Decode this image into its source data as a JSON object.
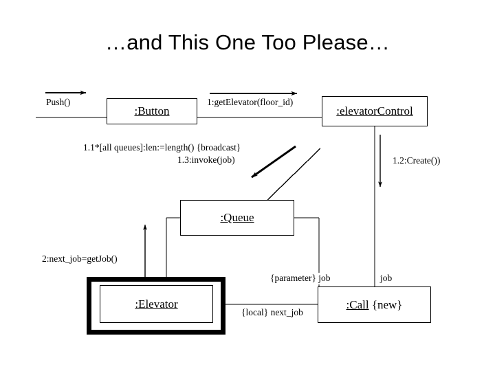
{
  "slide": {
    "title": "…and This One Too Please…",
    "background": "#ffffff",
    "ink": "#000000"
  },
  "nodes": {
    "button": {
      "label": ":Button"
    },
    "elevator_control": {
      "label": ":elevatorControl"
    },
    "queue": {
      "label": ":Queue"
    },
    "elevator": {
      "label": ":Elevator"
    },
    "call": {
      "label_underlined": ":Call",
      "label_plain": " {new}"
    }
  },
  "messages": {
    "push": "Push()",
    "get_elevator": "1:getElevator(floor_id)",
    "broadcast": "1.1*[all queues]:len:=length() {broadcast}",
    "invoke": "1.3:invoke(job)",
    "create": "1.2:Create())",
    "next_job": "2:next_job=getJob()",
    "parameter_job": "{parameter} job",
    "job": "job",
    "local_next_job": "{local} next_job"
  }
}
